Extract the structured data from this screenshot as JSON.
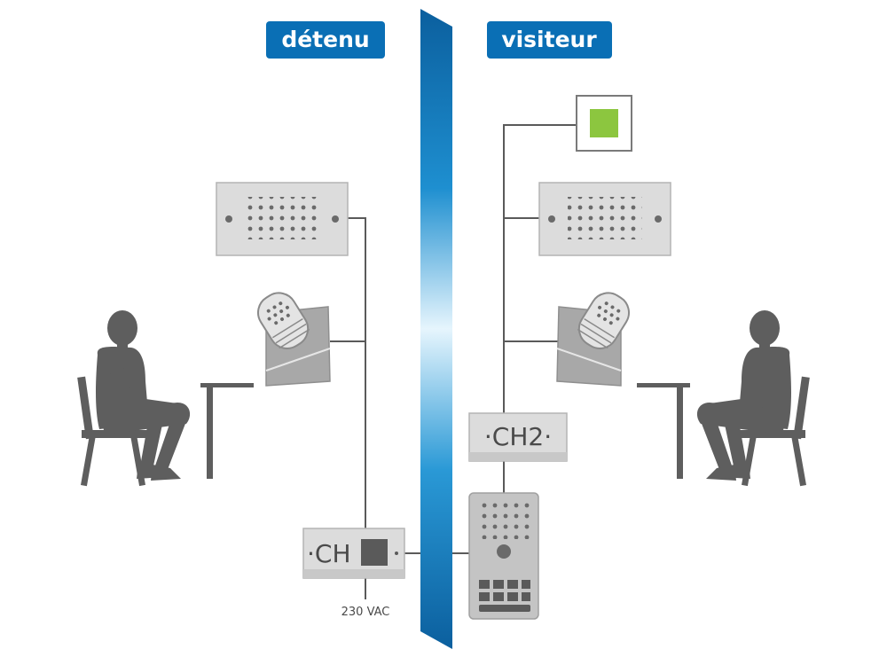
{
  "labels": {
    "detainee": "détenu",
    "visitor": "visiteur"
  },
  "devices": {
    "ch_left": "·CH",
    "ch2": "·CH2·",
    "power": "230 VAC"
  },
  "colors": {
    "label_bg": "#0a6fb5",
    "device_fill": "#dcdcdc",
    "device_stroke": "#a8a8a8",
    "line": "#5a5a5a",
    "person": "#5e5e5e",
    "status_green": "#8cc63f"
  }
}
